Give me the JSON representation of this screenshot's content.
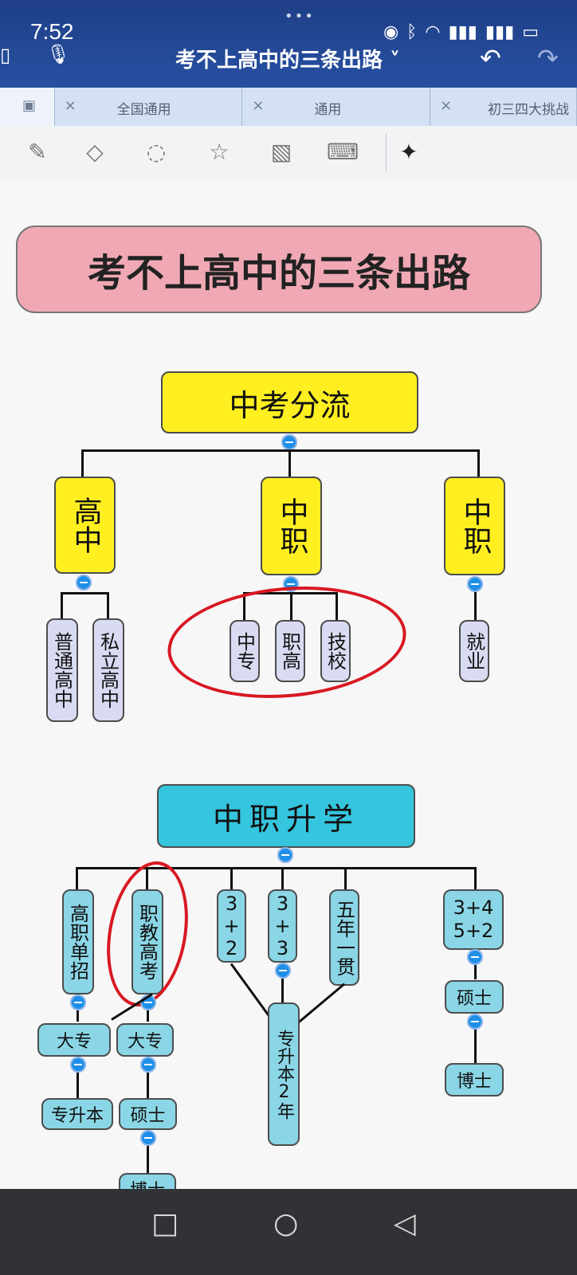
{
  "status_bar": {
    "time": "7:52",
    "icons": [
      "eye-icon",
      "bluetooth-icon",
      "wifi-icon",
      "signal-4g-icon",
      "signal-4g-icon",
      "battery-icon"
    ]
  },
  "header": {
    "title": "考不上高中的三条出路 ˅"
  },
  "tabs": [
    {
      "label": ""
    },
    {
      "label": "全国通用"
    },
    {
      "label": "通用"
    },
    {
      "label": "初三四大挑战"
    }
  ],
  "toolbar": {
    "icons": [
      "highlighter-icon",
      "shapes-icon",
      "lasso-icon",
      "sticker-icon",
      "image-icon",
      "keyboard-icon",
      "laser-pointer-icon"
    ]
  },
  "document": {
    "title": "考不上高中的三条出路",
    "section1": {
      "title": "中考分流",
      "branches": [
        {
          "label": "高中",
          "children": [
            "普通高中",
            "私立高中"
          ]
        },
        {
          "label": "中职",
          "children": [
            "中专",
            "职高",
            "技校"
          ]
        },
        {
          "label": "中职",
          "children": [
            "就业"
          ]
        }
      ]
    },
    "section2": {
      "title": "中职升学",
      "branches": [
        {
          "label": "高职单招"
        },
        {
          "label": "职教高考"
        },
        {
          "label": "3+2"
        },
        {
          "label": "3+3"
        },
        {
          "label": "五年一贯"
        },
        {
          "label": "3+4\n5+2"
        }
      ],
      "nodes": {
        "dazhuan1": "大专",
        "zhuanshengben1": "专升本",
        "dazhuan2": "大专",
        "shuoshi1": "硕士",
        "boshi1": "博士",
        "zhuanshengben2": "专升本2年",
        "shuoshi2": "硕士",
        "boshi2": "博士"
      }
    }
  }
}
